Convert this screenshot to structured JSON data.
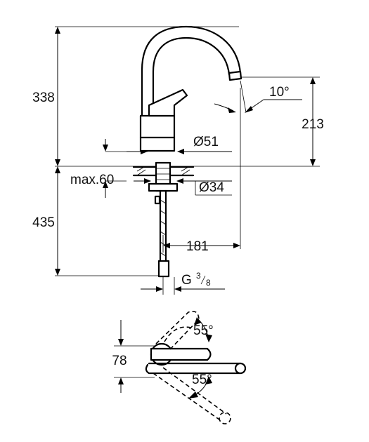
{
  "dimensions": {
    "total_height_above": "338",
    "spout_height": "213",
    "spout_angle": "10°",
    "base_diameter": "Ø51",
    "max_thickness": "max.60",
    "hole_diameter": "Ø34",
    "below_counter": "435",
    "reach": "181",
    "thread_letter": "G",
    "thread_num": "3",
    "thread_den": "8",
    "top_view_depth": "78",
    "rotation_top": "55°",
    "rotation_bottom": "55°"
  }
}
